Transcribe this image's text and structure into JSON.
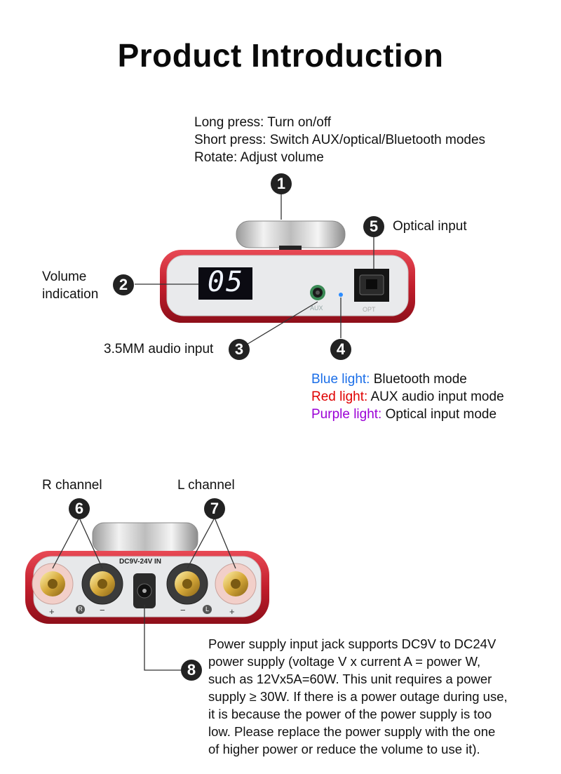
{
  "title": "Product Introduction",
  "knob": {
    "badge": "1",
    "line1": "Long press: Turn on/off",
    "line2": "Short press: Switch AUX/optical/Bluetooth modes",
    "line3": "Rotate: Adjust volume"
  },
  "volume": {
    "badge": "2",
    "line1": "Volume",
    "line2": "indication",
    "display": "05"
  },
  "aux": {
    "badge": "3",
    "label": "3.5MM audio input",
    "jack_label": "AUX"
  },
  "light": {
    "badge": "4",
    "blue_key": "Blue light:",
    "blue_desc": " Bluetooth mode",
    "red_key": "Red light:",
    "red_desc": " AUX audio input mode",
    "purple_key": "Purple light:",
    "purple_desc": " Optical input mode",
    "colors": {
      "blue": "#1a6ee8",
      "red": "#e00000",
      "purple": "#9b00d6"
    }
  },
  "optical": {
    "badge": "5",
    "label": "Optical input",
    "port_label": "OPT"
  },
  "r_channel": {
    "badge": "6",
    "label": "R channel"
  },
  "l_channel": {
    "badge": "7",
    "label": "L channel"
  },
  "power": {
    "badge": "8",
    "panel_label": "DC9V-24V IN",
    "lines": [
      "Power supply input jack supports DC9V to DC24V",
      "power supply (voltage V x current A = power W,",
      "such as 12Vx5A=60W. This unit requires a power",
      "supply ≥ 30W. If there is a power outage during use,",
      "it is because the power of the power supply is too",
      "low. Please replace the power supply with the one",
      "of higher power or reduce the volume to use it)."
    ]
  },
  "terminals": {
    "plus": "+",
    "minus": "−",
    "r_mark": "R",
    "l_mark": "L"
  }
}
